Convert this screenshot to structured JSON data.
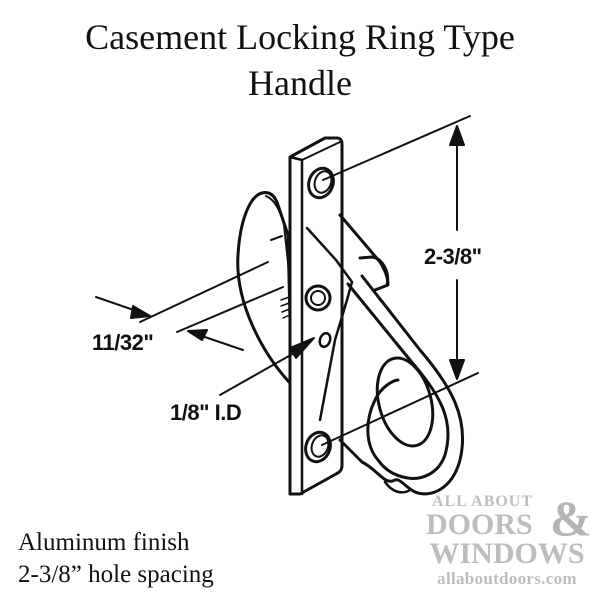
{
  "title": {
    "line1": "Casement Locking Ring Type",
    "line2": "Handle"
  },
  "dimensions": {
    "hole_spacing": "2-3/8\"",
    "thickness": "11/32\"",
    "inner_diameter": "1/8\" I.D"
  },
  "specs": {
    "finish": "Aluminum finish",
    "spacing": "2-3/8” hole spacing"
  },
  "logo": {
    "line1": "ALL ABOUT",
    "line2": "DOORS",
    "ampersand": "&",
    "line3": "WINDOWS",
    "url": "allaboutdoors.com",
    "color": "#bdbdbd"
  }
}
